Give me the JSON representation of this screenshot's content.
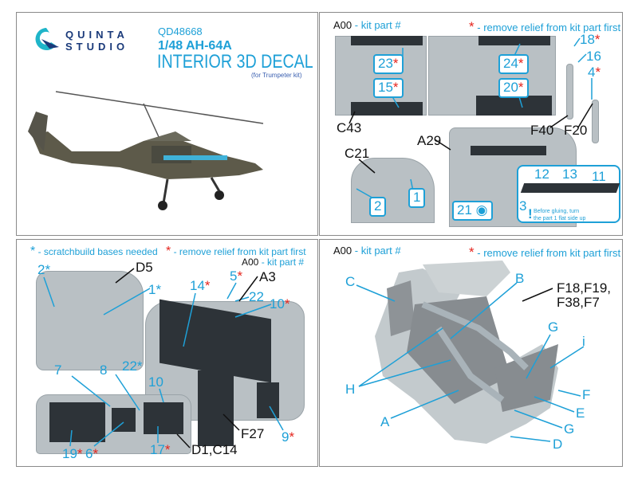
{
  "brand": {
    "line1": "QUINTA",
    "line2": "STUDIO"
  },
  "product": {
    "code": "QD48668",
    "scale_model": "1/48 AH-64A",
    "title": "INTERIOR 3D DECAL",
    "kit_note": "(for Trumpeter kit)"
  },
  "legend": {
    "kit_part_code": "A00",
    "kit_part_text": "- kit part #",
    "star": "*",
    "remove_relief_text": "- remove relief from kit part first",
    "scratch_text": "- scratchbuild bases needed"
  },
  "top_right": {
    "callouts": [
      "23",
      "15",
      "24",
      "20",
      "1",
      "2",
      "21",
      "18",
      "16",
      "4"
    ],
    "parts": [
      "C43",
      "C21",
      "A29",
      "F40",
      "F20"
    ],
    "inset": {
      "labels": [
        "12",
        "13",
        "11",
        "3"
      ],
      "mark": "!",
      "note_line1": "Before gluing, turn",
      "note_line2": "the part 1 flat side up"
    }
  },
  "bottom_left": {
    "callouts": [
      "2",
      "1",
      "5",
      "22",
      "10",
      "14",
      "7",
      "8",
      "22",
      "10",
      "19",
      "6",
      "17",
      "9"
    ],
    "parts": [
      "D5",
      "A3",
      "F27",
      "D1,C14"
    ]
  },
  "bottom_right": {
    "callouts": [
      "C",
      "B",
      "G",
      "i",
      "H",
      "F",
      "E",
      "A",
      "G",
      "D"
    ],
    "parts": [
      "F18,F19,",
      "F38,F7"
    ]
  },
  "colors": {
    "accent": "#1ea0d7",
    "star": "#e5251e",
    "brand": "#1a3a7a"
  }
}
